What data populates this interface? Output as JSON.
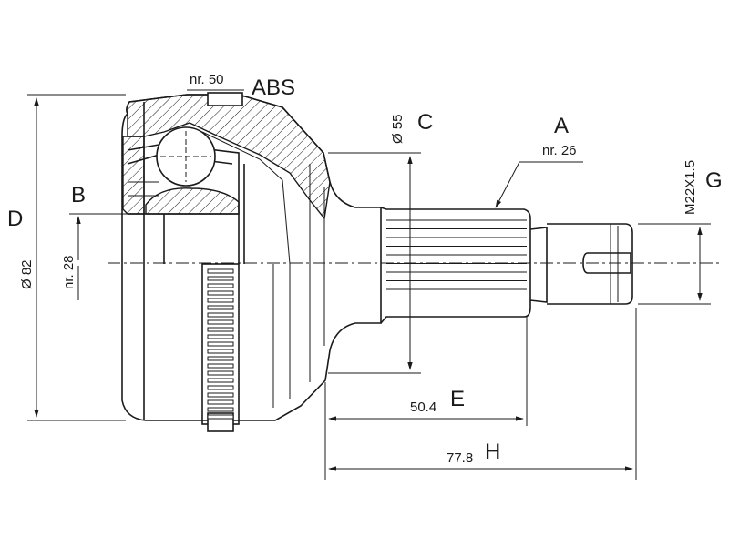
{
  "labels": {
    "abs_letter": "ABS",
    "abs_teeth": "nr. 50",
    "a_letter": "A",
    "a_splines": "nr. 26",
    "b_letter": "B",
    "b_splines": "nr. 28",
    "c_letter": "C",
    "c_value": "Ø 55",
    "d_letter": "D",
    "d_value": "Ø 82",
    "e_letter": "E",
    "e_value": "50.4",
    "g_letter": "G",
    "g_value": "M22X1.5",
    "h_letter": "H",
    "h_value": "77.8"
  },
  "colors": {
    "line": "#1a1a1a",
    "background": "#ffffff"
  }
}
